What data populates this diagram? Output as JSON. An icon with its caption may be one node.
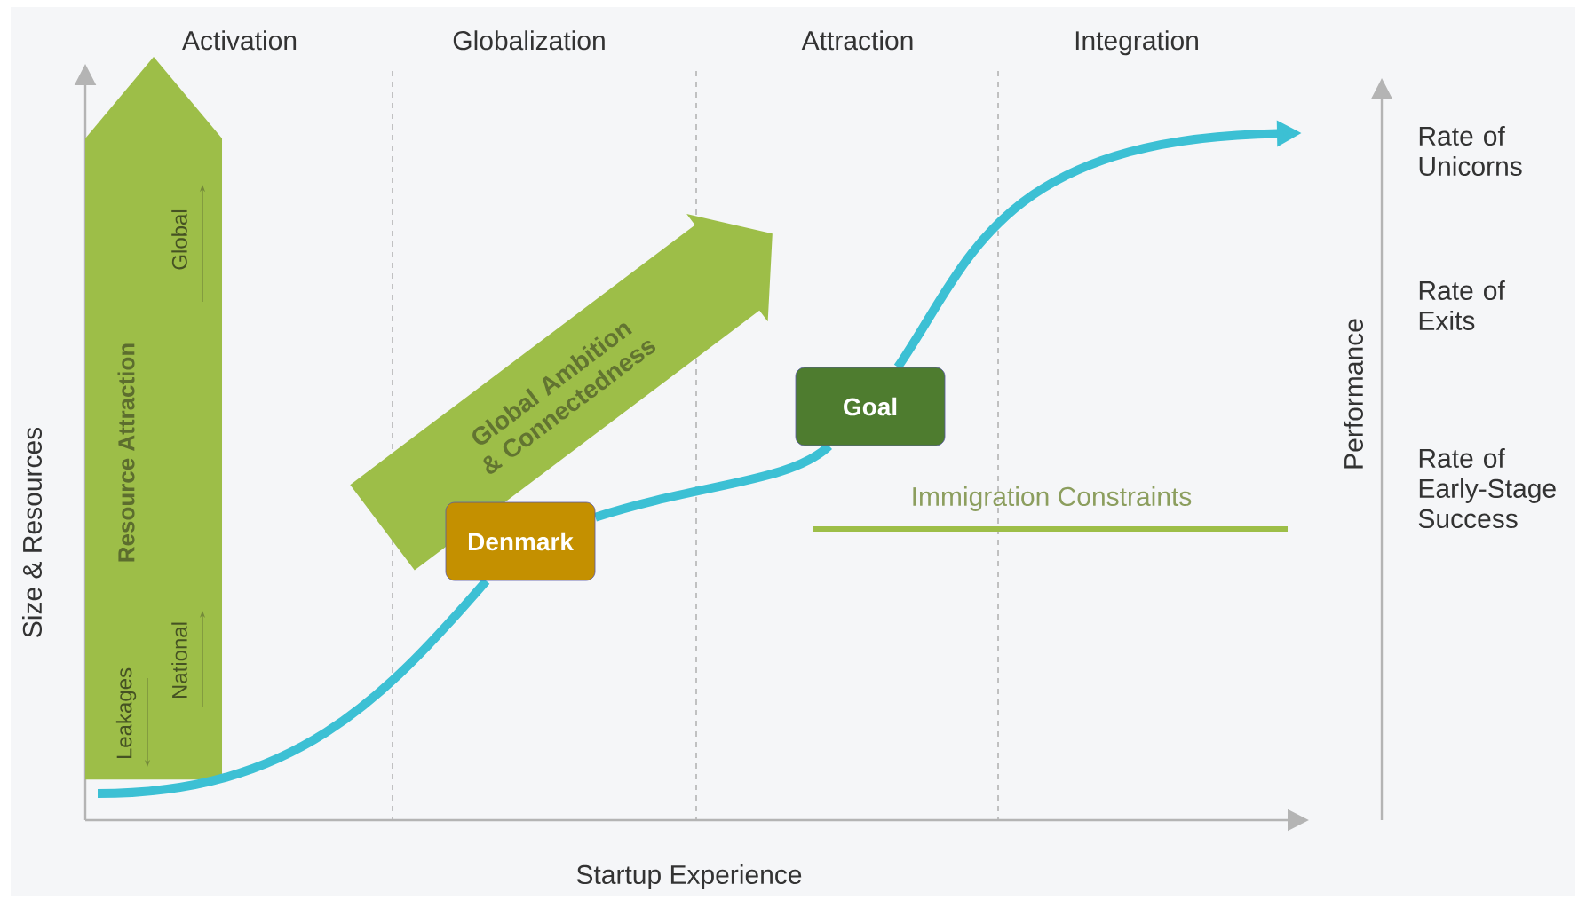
{
  "diagram": {
    "nodes": [
      {
        "text": [
          "Resource Attraction",
          "Global",
          "National",
          "Leakages"
        ]
      },
      {
        "text": [
          "Global Ambition & Connectedness"
        ]
      },
      {
        "text": [
          "Denmark"
        ]
      },
      {
        "text": [
          "Goal"
        ]
      }
    ],
    "edges": [
      {
        "from": 0,
        "to": 2,
        "arrow": "none"
      },
      {
        "from": 2,
        "to": 3,
        "arrow": "none"
      },
      {
        "from": 3,
        "to": null,
        "arrow": "to"
      }
    ],
    "labels": [
      "Activation",
      "Globalization",
      "Attraction",
      "Integration",
      "Size & Resources",
      "Immigration Constraints",
      "Performance",
      "Rate of Unicorns",
      "Rate of Exits",
      "Rate of Early-Stage Success",
      "Startup Experience"
    ]
  }
}
